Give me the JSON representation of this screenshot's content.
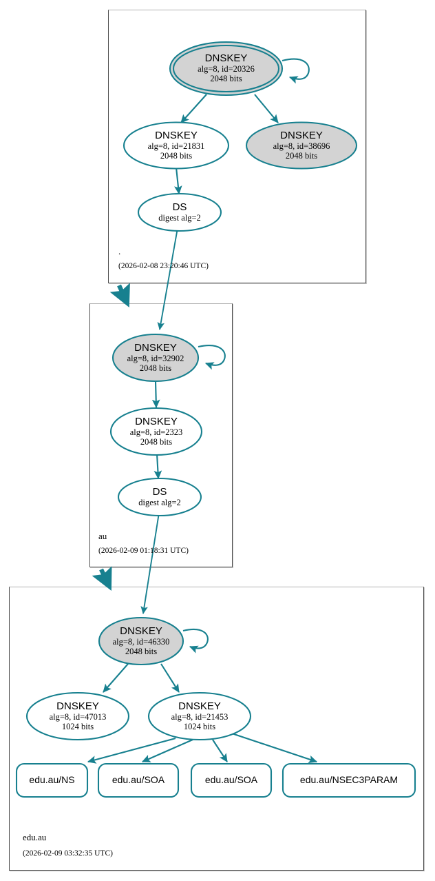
{
  "diagram": {
    "type": "dnssec-authentication-chain",
    "colors": {
      "edge": "#17808f",
      "node_stroke": "#17808f",
      "secure_key_fill": "#d3d3d3",
      "plain_fill": "#ffffff",
      "cluster_border": "#4d4d4d",
      "text": "#000000",
      "background": "#ffffff"
    }
  },
  "zones": [
    {
      "id": "root",
      "name": ".",
      "timestamp": "(2026-02-08 23:20:46 UTC)",
      "nodes": [
        {
          "id": "root-ksk-20326",
          "kind": "DNSKEY",
          "title": "DNSKEY",
          "line2": "alg=8, id=20326",
          "line3": "2048 bits",
          "fill": "secure",
          "trust_anchor": true,
          "self_signed": true
        },
        {
          "id": "root-zsk-21831",
          "kind": "DNSKEY",
          "title": "DNSKEY",
          "line2": "alg=8, id=21831",
          "line3": "2048 bits",
          "fill": "plain",
          "trust_anchor": false,
          "self_signed": false
        },
        {
          "id": "root-key-38696",
          "kind": "DNSKEY",
          "title": "DNSKEY",
          "line2": "alg=8, id=38696",
          "line3": "2048 bits",
          "fill": "secure",
          "trust_anchor": false,
          "self_signed": false
        },
        {
          "id": "root-ds-au",
          "kind": "DS",
          "title": "DS",
          "line2": "digest alg=2",
          "line3": "",
          "fill": "plain",
          "trust_anchor": false,
          "self_signed": false
        }
      ]
    },
    {
      "id": "au",
      "name": "au",
      "timestamp": "(2026-02-09 01:18:31 UTC)",
      "nodes": [
        {
          "id": "au-ksk-32902",
          "kind": "DNSKEY",
          "title": "DNSKEY",
          "line2": "alg=8, id=32902",
          "line3": "2048 bits",
          "fill": "secure",
          "trust_anchor": false,
          "self_signed": true
        },
        {
          "id": "au-zsk-2323",
          "kind": "DNSKEY",
          "title": "DNSKEY",
          "line2": "alg=8, id=2323",
          "line3": "2048 bits",
          "fill": "plain",
          "trust_anchor": false,
          "self_signed": false
        },
        {
          "id": "au-ds-eduau",
          "kind": "DS",
          "title": "DS",
          "line2": "digest alg=2",
          "line3": "",
          "fill": "plain",
          "trust_anchor": false,
          "self_signed": false
        }
      ]
    },
    {
      "id": "edu-au",
      "name": "edu.au",
      "timestamp": "(2026-02-09 03:32:35 UTC)",
      "nodes": [
        {
          "id": "eduau-ksk-46330",
          "kind": "DNSKEY",
          "title": "DNSKEY",
          "line2": "alg=8, id=46330",
          "line3": "2048 bits",
          "fill": "secure",
          "trust_anchor": false,
          "self_signed": true
        },
        {
          "id": "eduau-zsk-47013",
          "kind": "DNSKEY",
          "title": "DNSKEY",
          "line2": "alg=8, id=47013",
          "line3": "1024 bits",
          "fill": "plain",
          "trust_anchor": false,
          "self_signed": false
        },
        {
          "id": "eduau-zsk-21453",
          "kind": "DNSKEY",
          "title": "DNSKEY",
          "line2": "alg=8, id=21453",
          "line3": "1024 bits",
          "fill": "plain",
          "trust_anchor": false,
          "self_signed": false
        }
      ],
      "rrsets": [
        {
          "id": "rrset-ns",
          "label": "edu.au/NS"
        },
        {
          "id": "rrset-soa-1",
          "label": "edu.au/SOA"
        },
        {
          "id": "rrset-soa-2",
          "label": "edu.au/SOA"
        },
        {
          "id": "rrset-nsec3param",
          "label": "edu.au/NSEC3PARAM"
        }
      ]
    }
  ],
  "edges": [
    {
      "from": "root-ksk-20326",
      "to": "root-ksk-20326",
      "type": "self-sign"
    },
    {
      "from": "root-ksk-20326",
      "to": "root-zsk-21831",
      "type": "sign"
    },
    {
      "from": "root-ksk-20326",
      "to": "root-key-38696",
      "type": "sign"
    },
    {
      "from": "root-zsk-21831",
      "to": "root-ds-au",
      "type": "sign"
    },
    {
      "from": "root-ds-au",
      "to": "au-ksk-32902",
      "type": "ds-to-dnskey"
    },
    {
      "from": "root",
      "to": "au",
      "type": "delegation"
    },
    {
      "from": "au-ksk-32902",
      "to": "au-ksk-32902",
      "type": "self-sign"
    },
    {
      "from": "au-ksk-32902",
      "to": "au-zsk-2323",
      "type": "sign"
    },
    {
      "from": "au-zsk-2323",
      "to": "au-ds-eduau",
      "type": "sign"
    },
    {
      "from": "au-ds-eduau",
      "to": "eduau-ksk-46330",
      "type": "ds-to-dnskey"
    },
    {
      "from": "au",
      "to": "edu-au",
      "type": "delegation"
    },
    {
      "from": "eduau-ksk-46330",
      "to": "eduau-ksk-46330",
      "type": "self-sign"
    },
    {
      "from": "eduau-ksk-46330",
      "to": "eduau-zsk-47013",
      "type": "sign"
    },
    {
      "from": "eduau-ksk-46330",
      "to": "eduau-zsk-21453",
      "type": "sign"
    },
    {
      "from": "eduau-zsk-21453",
      "to": "rrset-ns",
      "type": "sign"
    },
    {
      "from": "eduau-zsk-21453",
      "to": "rrset-soa-1",
      "type": "sign"
    },
    {
      "from": "eduau-zsk-21453",
      "to": "rrset-soa-2",
      "type": "sign"
    },
    {
      "from": "eduau-zsk-21453",
      "to": "rrset-nsec3param",
      "type": "sign"
    }
  ]
}
